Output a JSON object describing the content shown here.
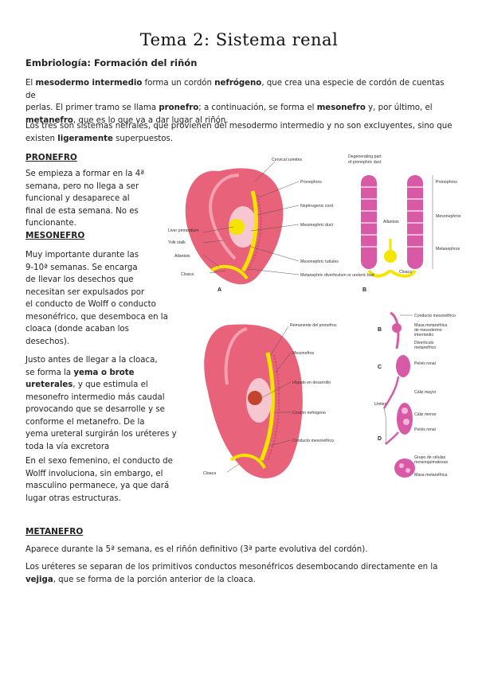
{
  "title": "Tema 2: Sistema renal",
  "subtitle": "Embriología: Formación del riñón",
  "intro": {
    "l1": [
      "El ",
      "mesodermo intermedio",
      " forma un cordón ",
      "nefrógeno",
      ", que crea una especie de cordón de cuentas de"
    ],
    "l2": [
      "perlas. El primer tramo se llama ",
      "pronefro",
      "; a continuación, se forma el ",
      "mesonefro",
      " y, por último, el"
    ],
    "l3": [
      "metanefro",
      ", que es lo que va a dar lugar al riñón."
    ],
    "p2_l1": "Los tres son sistemas nefrales, que provienen del mesodermo intermedio y no son excluyentes, sino que",
    "p2_l2": [
      "existen ",
      "ligeramente",
      " superpuestos."
    ]
  },
  "pronefro": {
    "heading": "PRONEFRO",
    "lines": [
      "Se empieza a formar en la 4ª",
      "semana, pero no llega a ser",
      "funcional y desaparece al",
      "final de esta semana. No es",
      "funcionante."
    ]
  },
  "mesonefro": {
    "heading": "MESONEFRO",
    "p1": [
      " Muy importante durante las",
      "9-10ª semanas. Se encarga",
      "de llevar los desechos que",
      "necesitan ser expulsados por",
      "el conducto de Wolff o conducto",
      "mesonéfrico, que desemboca en la",
      "cloaca (donde acaban los",
      "desechos)."
    ],
    "p2_l1": "Justo antes de llegar a la cloaca,",
    "p2_l2": [
      "se forma la ",
      "yema o brote"
    ],
    "p2_l3": [
      "ureterales",
      ", y que estimula el"
    ],
    "p2_rest": [
      "mesonefro intermedio más caudal",
      "provocando que se desarrolle y se",
      "conforme el metanefro. De la",
      "yema ureteral surgirán los uréteres y",
      "toda la vía excretora"
    ],
    "p3": [
      "En el sexo femenino, el conducto de",
      "Wolff involuciona, sin embargo, el",
      "masculino permanece, ya que dará",
      "lugar otras estructuras."
    ]
  },
  "metanefro": {
    "heading": "METANEFRO",
    "p1": "Aparece durante la 5ª semana, es el riñón definitivo (3ª parte evolutiva del cordón).",
    "p2_l1": "Los uréteres se separan de los primitivos conductos mesonéfricos desembocando directamente en la",
    "p2_l2": [
      "vejiga",
      ", que se forma de la porción anterior de la cloaca."
    ]
  },
  "figure1": {
    "labels": {
      "cervical_somites": "Cervical somites",
      "pronephros": "Pronephros",
      "nephrogenic_cord": "Nephrogenic cord",
      "mesonephric_duct": "Mesonephric duct",
      "mesonephric_tubules": "Mesonephric tubules",
      "metanephric_div": "Metanephric diverticulum or ureteric bud",
      "liver_primordium": "Liver primordium",
      "yolk_stalk": "Yolk stalk",
      "allantois": "Allantois",
      "cloaca": "Cloaca",
      "degenerating": "Degenerating part",
      "degenerating2": "of pronephric duct",
      "allantois_b": "Allantois",
      "cloaca_b": "Cloaca",
      "pronephros_r": "Pronephros",
      "mesonephros_r": "Mesonephros",
      "metanephros_r": "Metanephros",
      "letter_a": "A",
      "letter_b": "B"
    }
  },
  "figure2": {
    "labels": {
      "remanente": "Remanente del pronefros",
      "mesonefros": "Mesonefros",
      "higado": "Hígado en desarrollo",
      "cordon": "Cordón nefrógeno",
      "conducto": "Conducto mesonéfrico",
      "cloaca": "Cloaca"
    }
  },
  "figure3": {
    "labels": {
      "conducto": "Conducto mesonéfrico",
      "masa1": "Masa metanéfrica",
      "masa2": "de mesodermo",
      "masa3": "intermedio",
      "div1": "Divertículo",
      "div2": "metanéfrico",
      "pelvis": "Pelvis renal",
      "caliz_mayor": "Cáliz mayor",
      "ureter": "Uréter",
      "caliz_menor": "Cáliz menor",
      "pelvis2": "Pelvis renal",
      "grupo1": "Grupo de células",
      "grupo2": "mesenquimatosas",
      "masa_meta": "Masa metanéfrica",
      "b": "B",
      "c": "C",
      "d": "D"
    }
  },
  "colors": {
    "embryo": "#e8627a",
    "duct": "#f4e400",
    "kidney": "#d85aa6"
  }
}
